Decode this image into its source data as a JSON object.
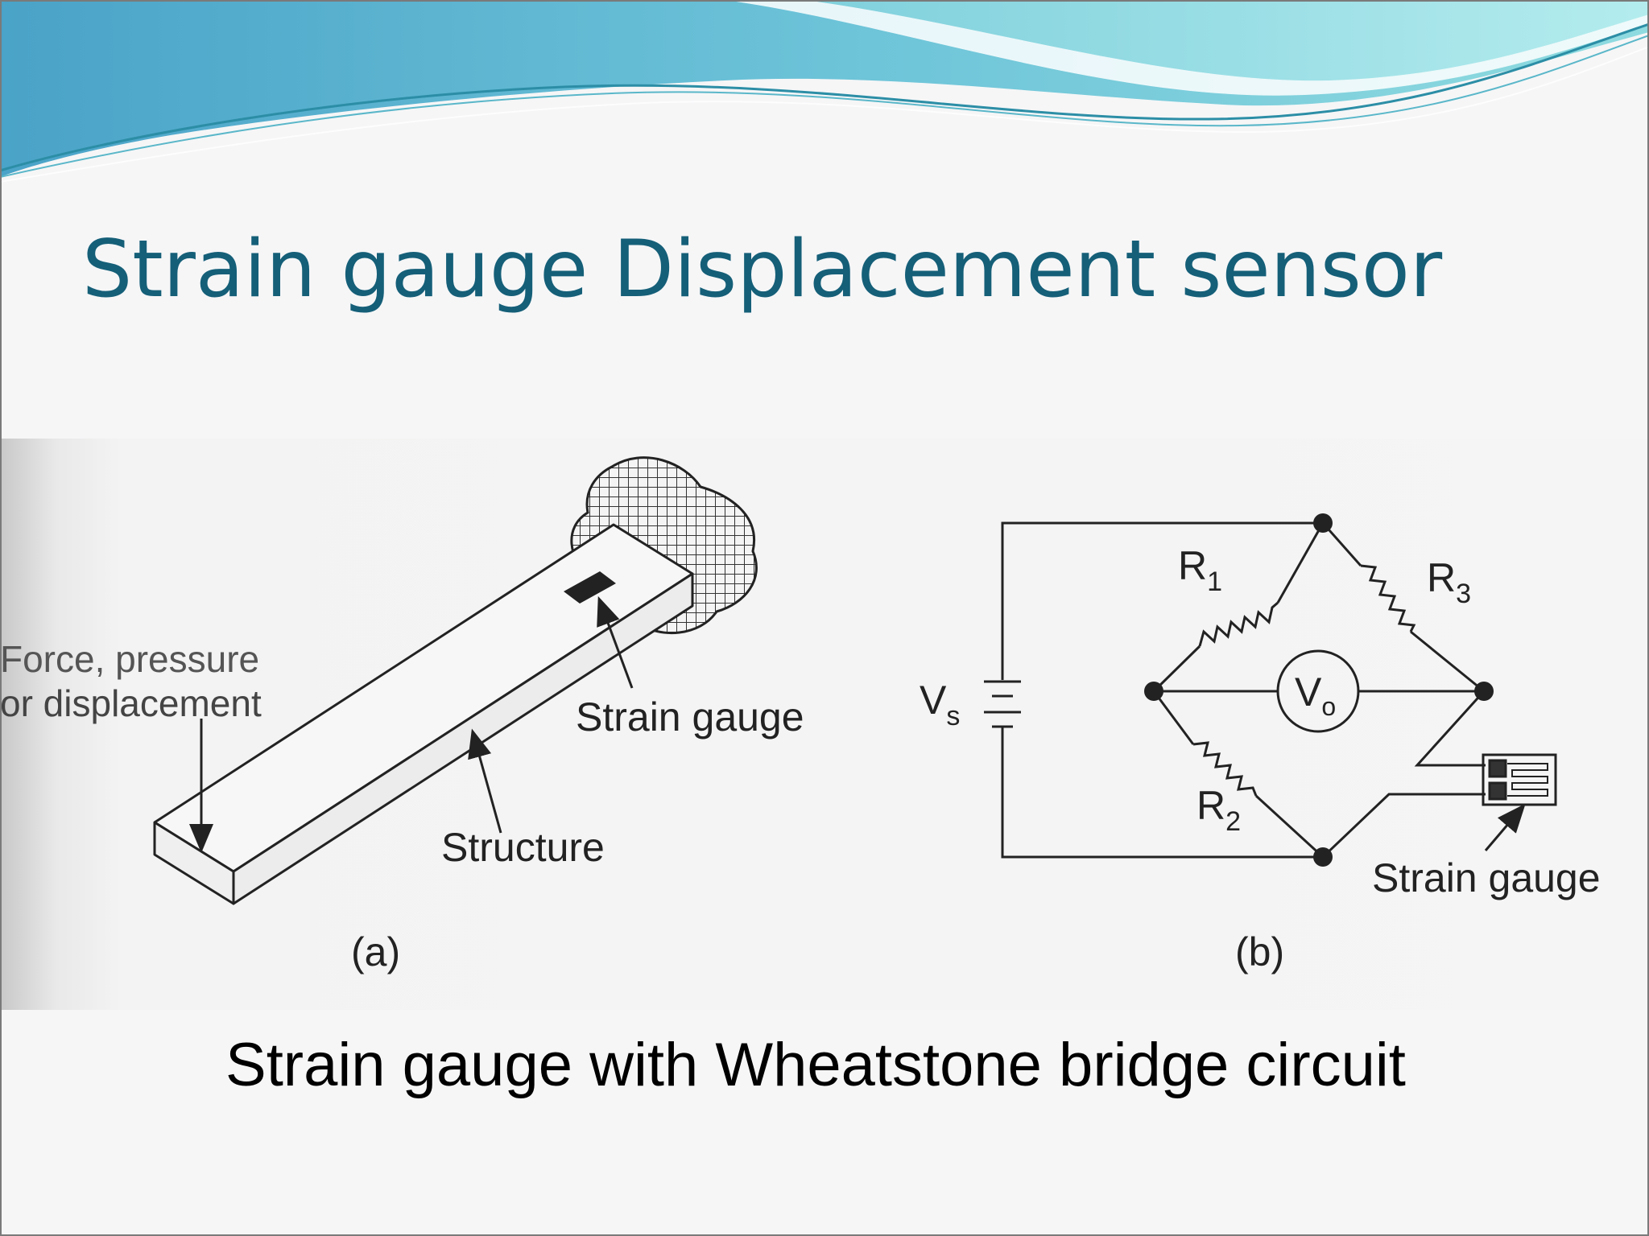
{
  "slide": {
    "title": "Strain gauge Displacement sensor",
    "caption": "Strain gauge with Wheatstone bridge circuit",
    "accent_color": "#155f78"
  },
  "figure_a": {
    "label_force_line1": "Force, pressure",
    "label_force_line2": "or displacement",
    "label_strain_gauge": "Strain gauge",
    "label_structure": "Structure",
    "sub_label": "(a)"
  },
  "figure_b": {
    "label_r1": "R",
    "label_r1_sub": "1",
    "label_r2": "R",
    "label_r2_sub": "2",
    "label_r3": "R",
    "label_r3_sub": "3",
    "label_vs": "V",
    "label_vs_sub": "s",
    "label_vo": "V",
    "label_vo_sub": "o",
    "label_strain_gauge": "Strain gauge",
    "sub_label": "(b)"
  }
}
